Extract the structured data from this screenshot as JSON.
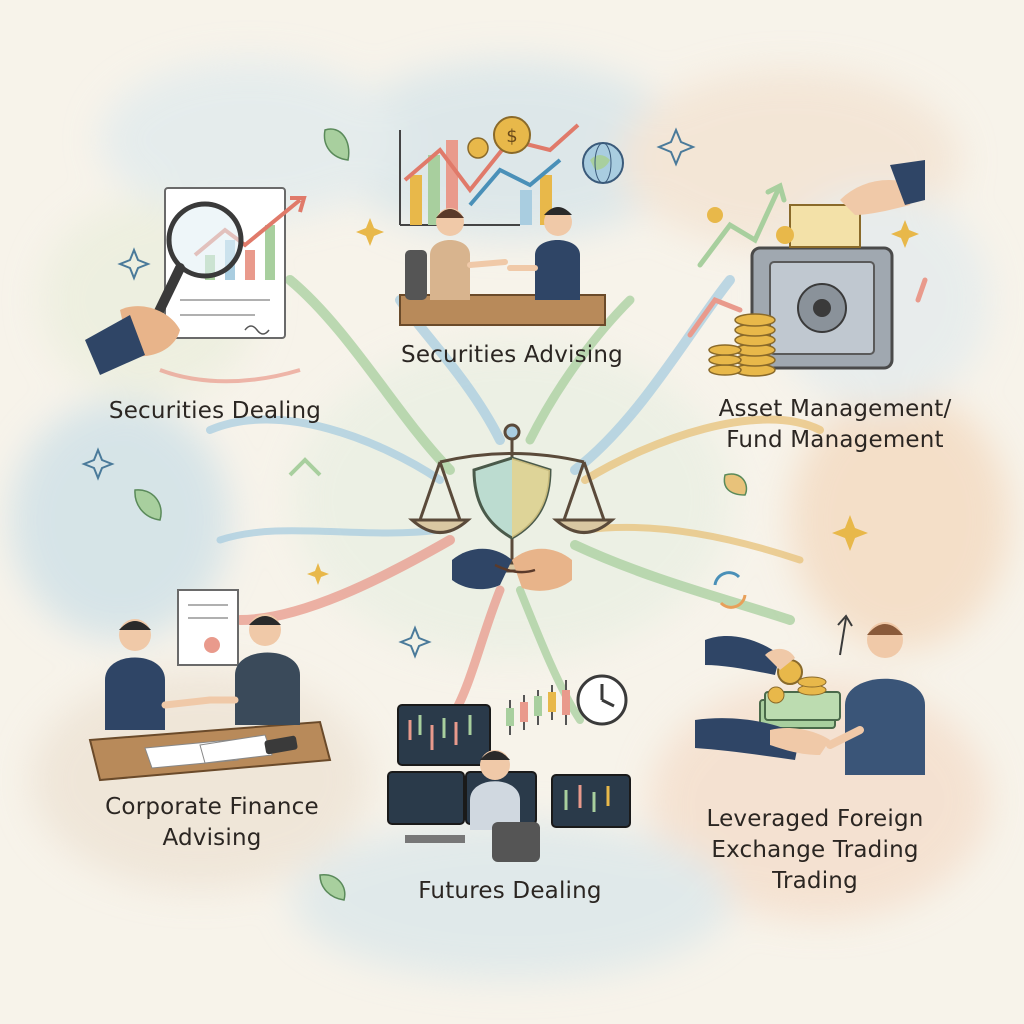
{
  "hub": {
    "icons": [
      "scales-icon",
      "shield-icon",
      "handshake-icon"
    ]
  },
  "branches": [
    {
      "id": "securities-dealing",
      "lines": [
        "Securities Dealing"
      ],
      "icons": [
        "magnifier-icon",
        "document-icon",
        "rising-chart-icon"
      ]
    },
    {
      "id": "securities-advising",
      "lines": [
        "Securities Advising"
      ],
      "icons": [
        "bar-chart-icon",
        "coin-icon",
        "globe-icon",
        "two-advisors-icon"
      ]
    },
    {
      "id": "asset-management",
      "lines": [
        "Asset Management/",
        "Fund Management"
      ],
      "icons": [
        "safe-icon",
        "coin-stack-icon",
        "certificate-icon",
        "up-arrow-icon"
      ]
    },
    {
      "id": "corporate-finance-advising",
      "lines": [
        "Corporate Finance",
        "Advising"
      ],
      "icons": [
        "handshake-meeting-icon",
        "contract-icon",
        "phone-icon"
      ]
    },
    {
      "id": "futures-dealing",
      "lines": [
        "Futures Dealing"
      ],
      "icons": [
        "trader-monitors-icon",
        "candlestick-chart-icon",
        "clock-icon"
      ]
    },
    {
      "id": "leveraged-fx-trading",
      "lines": [
        "Leveraged Foreign",
        "Exchange Trading",
        "Trading"
      ],
      "icons": [
        "coin-exchange-icon",
        "banknotes-icon",
        "refresh-arrows-icon"
      ]
    }
  ],
  "colors": {
    "background": "#f7f3ea",
    "sky_blue": "#a9cde0",
    "peach": "#f2c9a8",
    "green": "#a8cf9e",
    "rose": "#e99a8c",
    "gold": "#e8b84a",
    "navy": "#2f4566",
    "ink": "#2b2622"
  }
}
